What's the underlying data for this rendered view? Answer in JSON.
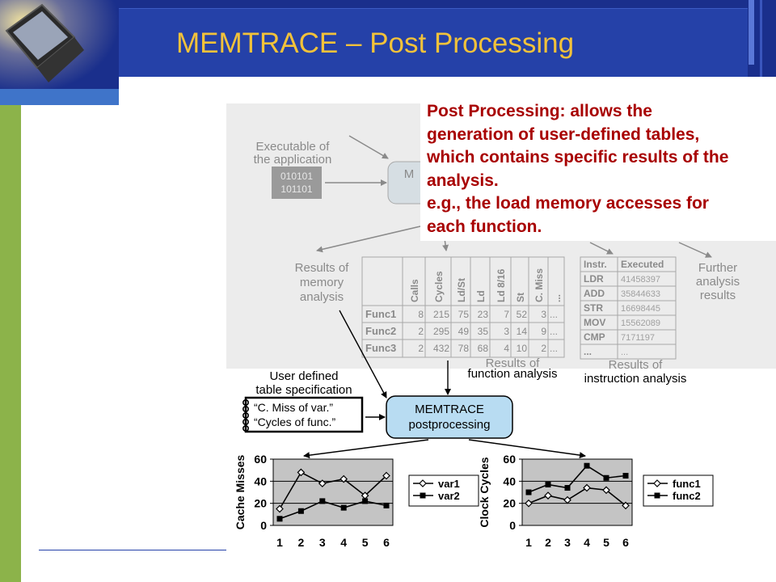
{
  "slide": {
    "title": "MEMTRACE – Post Processing",
    "callout": [
      "Post Processing: allows the",
      "generation of user-defined tables,",
      "which contains specific results of the",
      "analysis.",
      "e.g., the load memory accesses for",
      "each function."
    ]
  },
  "diagram": {
    "executable": {
      "label1": "Executable of",
      "label2": "the application",
      "bin1": "010101",
      "bin2": "101101"
    },
    "memtrace_top": "M",
    "results_memory": [
      "Results of",
      "memory",
      "analysis"
    ],
    "further": [
      "Further",
      "analysis",
      "results"
    ],
    "func_table": {
      "headers": [
        "Calls",
        "Cycles",
        "Ld/St",
        "Ld",
        "Ld 8/16",
        "St",
        "C. Miss",
        "..."
      ],
      "rows": [
        {
          "name": "Func1",
          "values": [
            "8",
            "215",
            "75",
            "23",
            "7",
            "52",
            "3",
            "..."
          ]
        },
        {
          "name": "Func2",
          "values": [
            "2",
            "295",
            "49",
            "35",
            "3",
            "14",
            "9",
            "..."
          ]
        },
        {
          "name": "Func3",
          "values": [
            "2",
            "432",
            "78",
            "68",
            "4",
            "10",
            "2",
            "..."
          ]
        }
      ],
      "caption": [
        "Results of",
        "function analysis"
      ]
    },
    "instr_table": {
      "headers": [
        "Instr.",
        "Executed"
      ],
      "rows": [
        [
          "LDR",
          "41458397"
        ],
        [
          "ADD",
          "35844633"
        ],
        [
          "STR",
          "16698445"
        ],
        [
          "MOV",
          "15562089"
        ],
        [
          "CMP",
          "7171197"
        ],
        [
          "...",
          "..."
        ]
      ],
      "caption": [
        "Results of",
        "instruction analysis"
      ]
    },
    "user_spec": {
      "label": [
        "User defined",
        "table specification"
      ],
      "lines": [
        "“C. Miss of var.”",
        "“Cycles of func.”"
      ]
    },
    "post_box": [
      "MEMTRACE",
      "postprocessing"
    ]
  },
  "chart_data": [
    {
      "type": "line",
      "ylabel": "Cache Misses",
      "x": [
        1,
        2,
        3,
        4,
        5,
        6
      ],
      "ylim": [
        0,
        60
      ],
      "yticks": [
        0,
        20,
        40,
        60
      ],
      "series": [
        {
          "name": "var1",
          "values": [
            15,
            48,
            38,
            42,
            27,
            45
          ],
          "marker": "open-diamond"
        },
        {
          "name": "var2",
          "values": [
            6,
            13,
            22,
            16,
            22,
            18
          ],
          "marker": "filled-square"
        }
      ],
      "legend": "right"
    },
    {
      "type": "line",
      "ylabel": "Clock Cycles",
      "x": [
        1,
        2,
        3,
        4,
        5,
        6
      ],
      "ylim": [
        0,
        60
      ],
      "yticks": [
        0,
        20,
        40,
        60
      ],
      "series": [
        {
          "name": "func1",
          "values": [
            20,
            27,
            23,
            34,
            32,
            18
          ],
          "marker": "open-diamond"
        },
        {
          "name": "func2",
          "values": [
            30,
            37,
            34,
            54,
            43,
            45
          ],
          "marker": "filled-square"
        }
      ],
      "legend": "right"
    }
  ],
  "colors": {
    "header": "#1a2f8c",
    "title": "#f2c23a",
    "callout_text": "#a80000",
    "green_bar": "#8cb34a",
    "box_blue": "#b8dcf2"
  }
}
